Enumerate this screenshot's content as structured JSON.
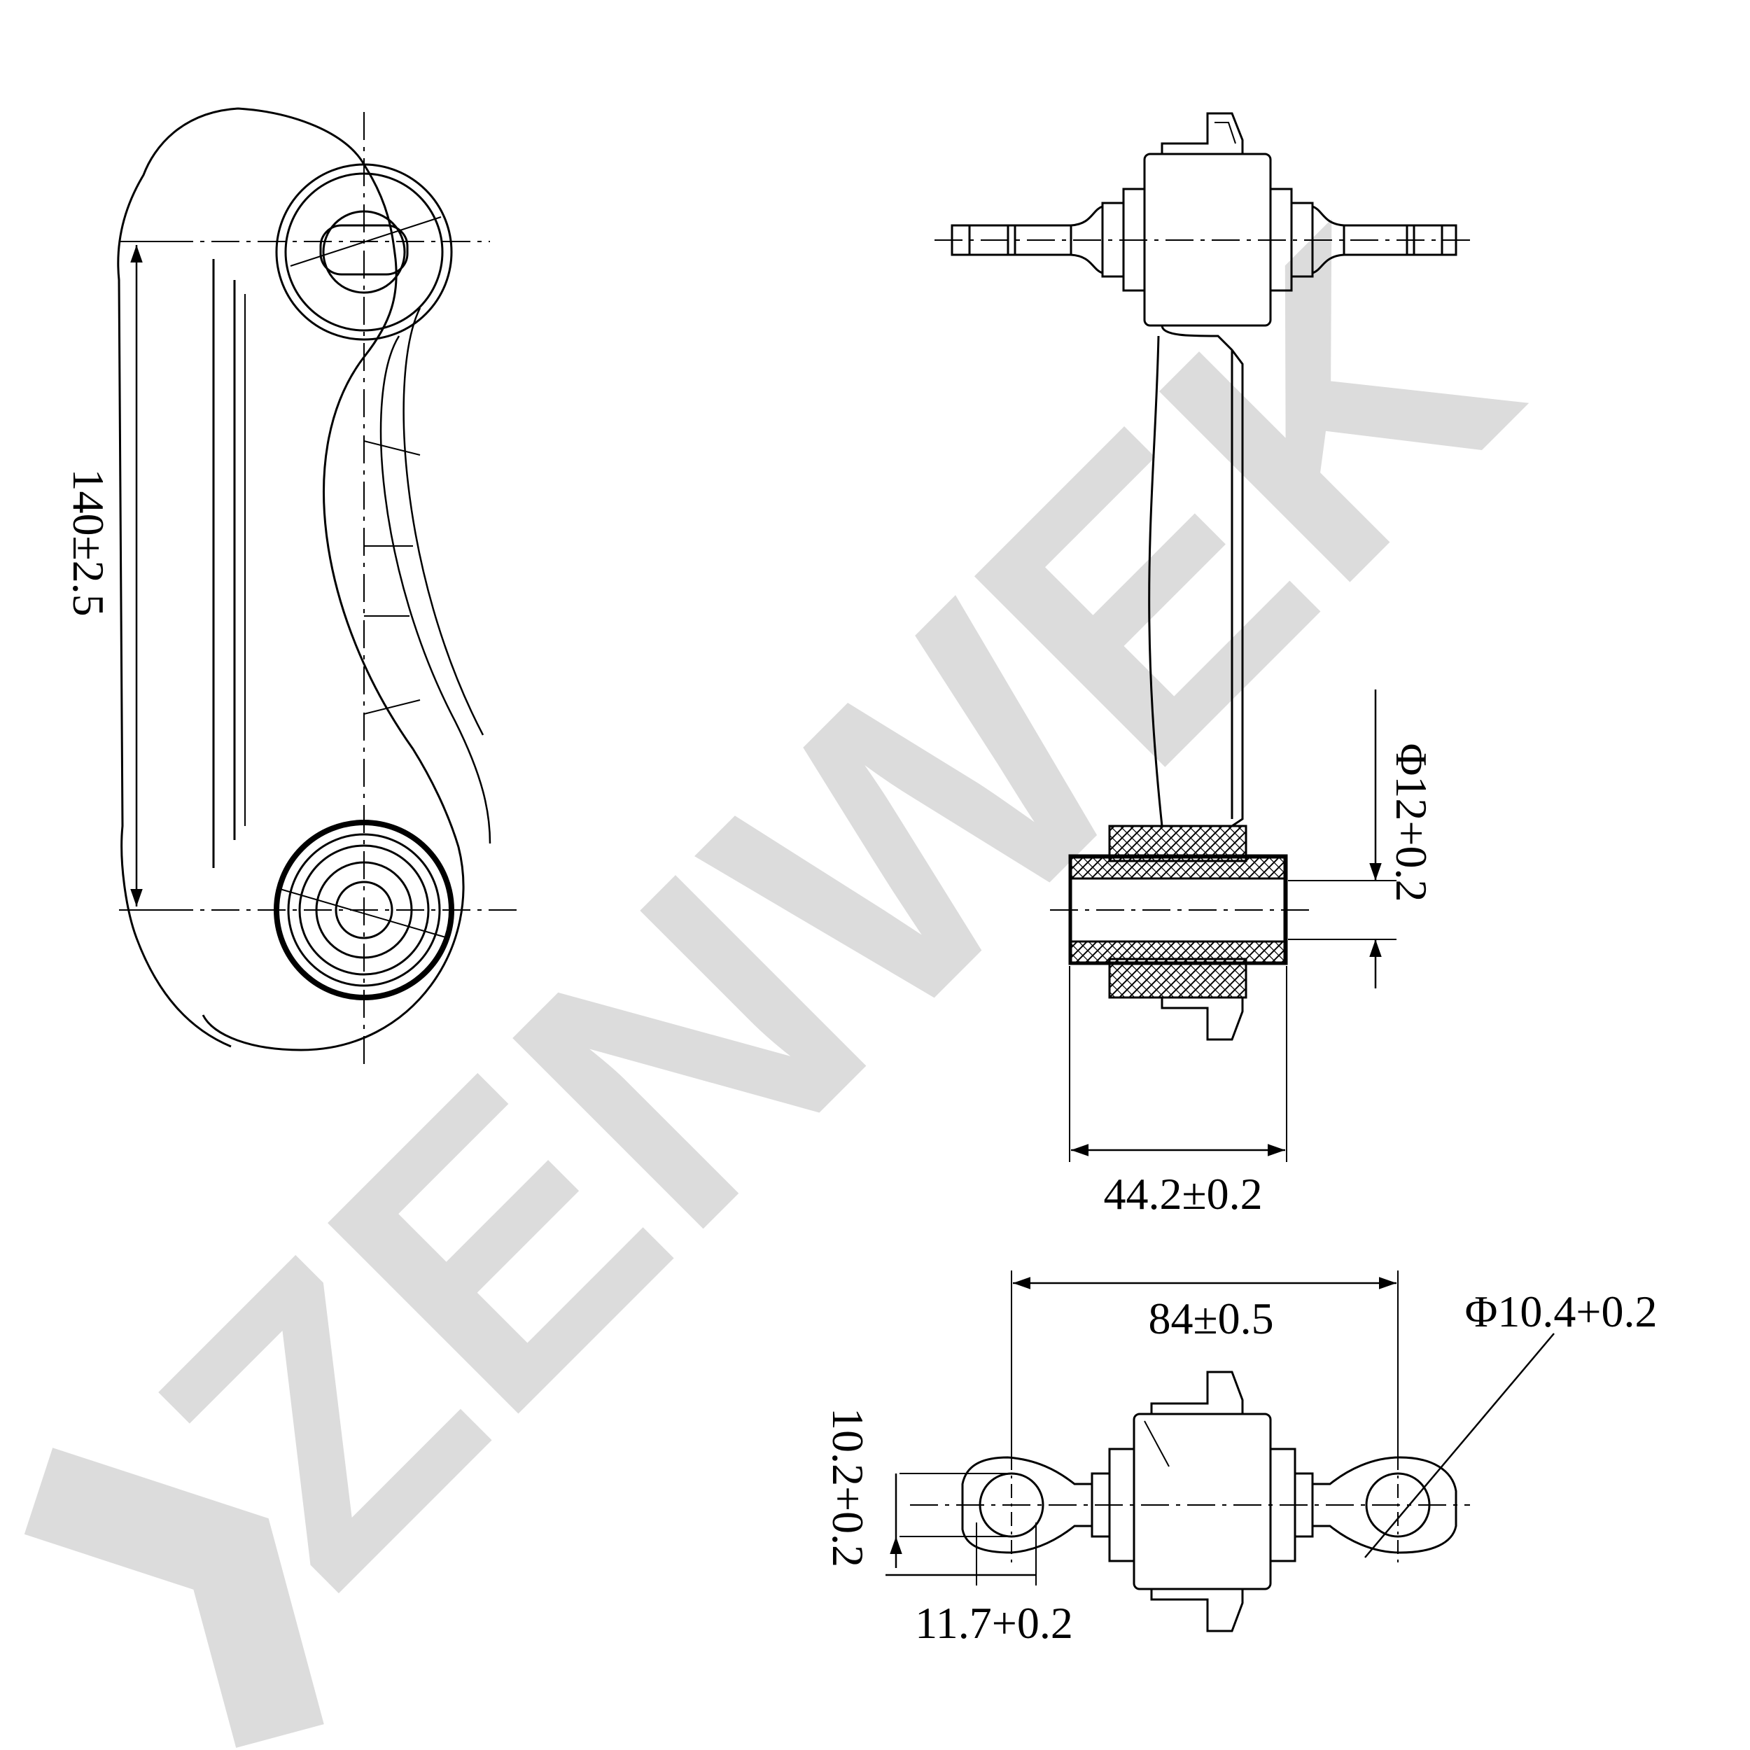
{
  "watermark": {
    "text": "ZENWEK",
    "color": "#dcdcdc",
    "chevron": "chevron-logo-mark"
  },
  "colors": {
    "line": "#000000",
    "background": "#ffffff"
  },
  "dimensions": {
    "center_distance": "140±2.5",
    "bushing_width": "44.2±0.2",
    "bushing_bore": "Φ12+0.2",
    "eye_spacing": "84±0.5",
    "eye_hole_diameter": "Φ10.4+0.2",
    "eye_height": "10.2+0.2",
    "eye_width": "11.7+0.2"
  },
  "views": [
    "front-view",
    "side-view",
    "top-view"
  ]
}
